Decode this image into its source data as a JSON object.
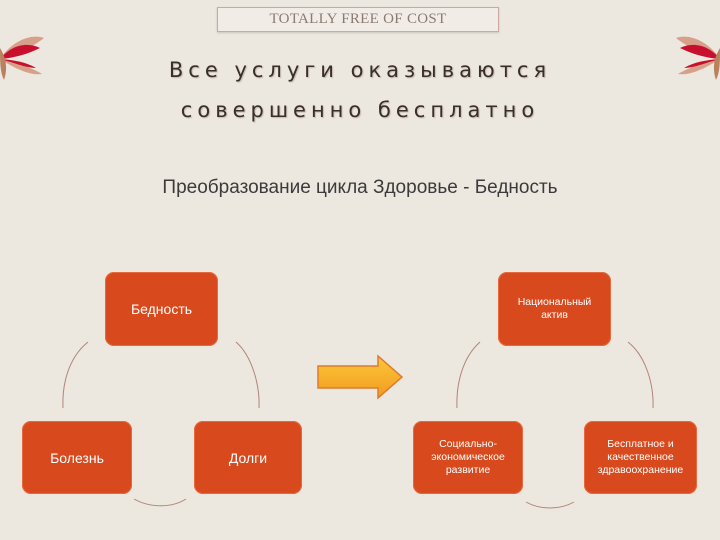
{
  "header": {
    "top_label": "TOTALLY FREE OF COST",
    "title_line1": "Все услуги оказываются",
    "title_line2": "совершенно бесплатно",
    "subtitle": "Преобразование цикла Здоровье - Бедность"
  },
  "left_cycle": {
    "top": "Бедность",
    "left": "Болезнь",
    "right": "Долги"
  },
  "right_cycle": {
    "top": "Национальный актив",
    "left": "Социально-экономическое развитие",
    "right": "Бесплатное и качественное здравоохранение"
  },
  "colors": {
    "box": "#d84a1d",
    "arrow": "#f5a623",
    "background": "#ece7df"
  },
  "icons": [
    "flower-petals-left-icon",
    "flower-petals-right-icon",
    "right-arrow-icon"
  ]
}
